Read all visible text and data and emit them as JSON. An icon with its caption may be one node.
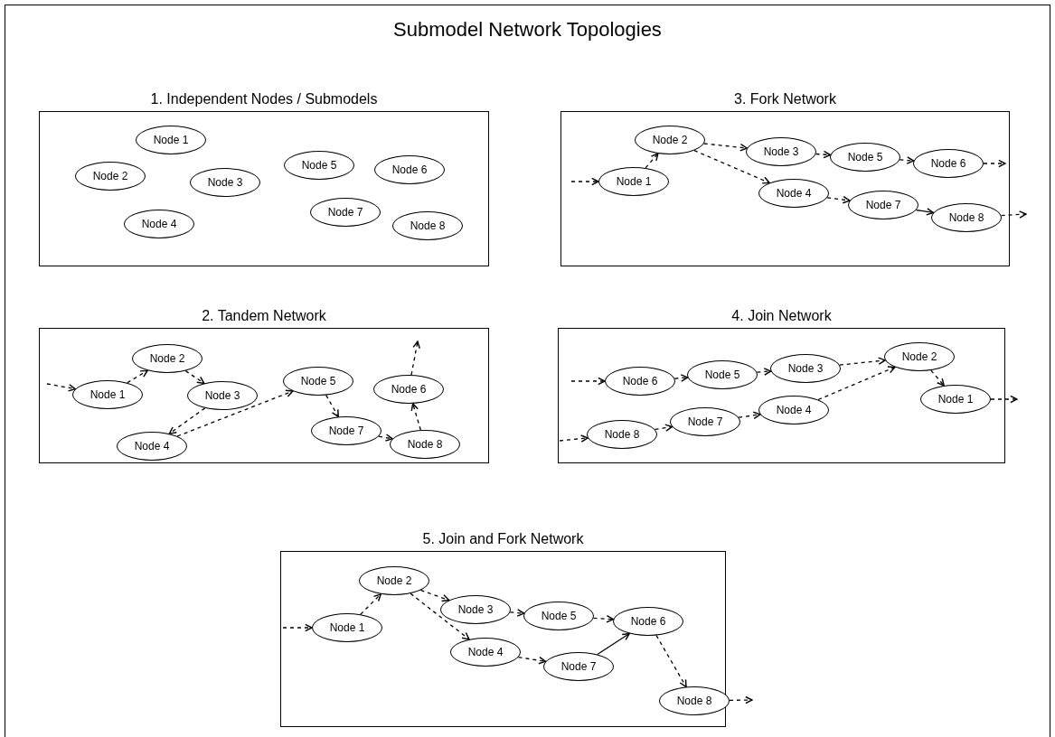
{
  "diagram": {
    "title": "Submodel Network Topologies",
    "nodes": [
      {
        "text": [
          "1. Independent Nodes / Submodels"
        ]
      },
      {
        "text": [
          "Node 1"
        ],
        "in": 0
      },
      {
        "text": [
          "Node 2"
        ],
        "in": 0
      },
      {
        "text": [
          "Node 3"
        ],
        "in": 0
      },
      {
        "text": [
          "Node 4"
        ],
        "in": 0
      },
      {
        "text": [
          "Node 5"
        ],
        "in": 0
      },
      {
        "text": [
          "Node 6"
        ],
        "in": 0
      },
      {
        "text": [
          "Node 7"
        ],
        "in": 0
      },
      {
        "text": [
          "Node 8"
        ],
        "in": 0
      },
      {
        "text": [
          "3. Fork Network"
        ]
      },
      {
        "text": [
          "Node 1"
        ],
        "in": 9
      },
      {
        "text": [
          "Node 2"
        ],
        "in": 9
      },
      {
        "text": [
          "Node 3"
        ],
        "in": 9
      },
      {
        "text": [
          "Node 4"
        ],
        "in": 9
      },
      {
        "text": [
          "Node 5"
        ],
        "in": 9
      },
      {
        "text": [
          "Node 6"
        ],
        "in": 9
      },
      {
        "text": [
          "Node 7"
        ],
        "in": 9
      },
      {
        "text": [
          "Node 8"
        ],
        "in": 9
      },
      {
        "text": [
          "2. Tandem Network"
        ]
      },
      {
        "text": [
          "Node 1"
        ],
        "in": 18
      },
      {
        "text": [
          "Node 2"
        ],
        "in": 18
      },
      {
        "text": [
          "Node 3"
        ],
        "in": 18
      },
      {
        "text": [
          "Node 4"
        ],
        "in": 18
      },
      {
        "text": [
          "Node 5"
        ],
        "in": 18
      },
      {
        "text": [
          "Node 6"
        ],
        "in": 18
      },
      {
        "text": [
          "Node 7"
        ],
        "in": 18
      },
      {
        "text": [
          "Node 8"
        ],
        "in": 18
      },
      {
        "text": [
          "4. Join Network"
        ]
      },
      {
        "text": [
          "Node 1"
        ],
        "in": 27
      },
      {
        "text": [
          "Node 2"
        ],
        "in": 27
      },
      {
        "text": [
          "Node 3"
        ],
        "in": 27
      },
      {
        "text": [
          "Node 4"
        ],
        "in": 27
      },
      {
        "text": [
          "Node 5"
        ],
        "in": 27
      },
      {
        "text": [
          "Node 6"
        ],
        "in": 27
      },
      {
        "text": [
          "Node 7"
        ],
        "in": 27
      },
      {
        "text": [
          "Node 8"
        ],
        "in": 27
      },
      {
        "text": [
          "5. Join and Fork Network"
        ]
      },
      {
        "text": [
          "Node 1"
        ],
        "in": 36
      },
      {
        "text": [
          "Node 2"
        ],
        "in": 36
      },
      {
        "text": [
          "Node 3"
        ],
        "in": 36
      },
      {
        "text": [
          "Node 4"
        ],
        "in": 36
      },
      {
        "text": [
          "Node 5"
        ],
        "in": 36
      },
      {
        "text": [
          "Node 6"
        ],
        "in": 36
      },
      {
        "text": [
          "Node 7"
        ],
        "in": 36
      },
      {
        "text": [
          "Node 8"
        ],
        "in": 36
      }
    ],
    "edges": [
      {
        "from": null,
        "to": 10,
        "arrow": "to",
        "style": "dashed"
      },
      {
        "from": 10,
        "to": 11,
        "arrow": "to",
        "style": "dashed"
      },
      {
        "from": 11,
        "to": 12,
        "arrow": "to",
        "style": "dashed"
      },
      {
        "from": 11,
        "to": 13,
        "arrow": "to",
        "style": "dashed"
      },
      {
        "from": 12,
        "to": 14,
        "arrow": "to",
        "style": "dashed"
      },
      {
        "from": 14,
        "to": 15,
        "arrow": "to",
        "style": "dashed"
      },
      {
        "from": 15,
        "to": null,
        "arrow": "to",
        "style": "dashed"
      },
      {
        "from": 13,
        "to": 16,
        "arrow": "to",
        "style": "dashed"
      },
      {
        "from": 16,
        "to": 17,
        "arrow": "to"
      },
      {
        "from": 17,
        "to": null,
        "arrow": "to",
        "style": "dashed"
      },
      {
        "from": null,
        "to": 19,
        "arrow": "to",
        "style": "dashed"
      },
      {
        "from": 19,
        "to": 20,
        "arrow": "to",
        "style": "dashed"
      },
      {
        "from": 20,
        "to": 21,
        "arrow": "to",
        "style": "dashed"
      },
      {
        "from": 21,
        "to": 22,
        "arrow": "to",
        "style": "dashed"
      },
      {
        "from": 22,
        "to": 23,
        "arrow": "to",
        "style": "dashed"
      },
      {
        "from": 23,
        "to": 25,
        "arrow": "to",
        "style": "dashed"
      },
      {
        "from": 25,
        "to": 26,
        "arrow": "to",
        "style": "dashed"
      },
      {
        "from": 26,
        "to": 24,
        "arrow": "to",
        "style": "dashed"
      },
      {
        "from": 24,
        "to": null,
        "arrow": "to",
        "style": "dashed"
      },
      {
        "from": null,
        "to": 33,
        "arrow": "to",
        "style": "dashed"
      },
      {
        "from": 33,
        "to": 32,
        "arrow": "to",
        "style": "dashed"
      },
      {
        "from": 32,
        "to": 30,
        "arrow": "to",
        "style": "dashed"
      },
      {
        "from": 30,
        "to": 29,
        "arrow": "to",
        "style": "dashed"
      },
      {
        "from": null,
        "to": 35,
        "arrow": "to",
        "style": "dashed"
      },
      {
        "from": 35,
        "to": 34,
        "arrow": "to",
        "style": "dashed"
      },
      {
        "from": 34,
        "to": 31,
        "arrow": "to",
        "style": "dashed"
      },
      {
        "from": 31,
        "to": 29,
        "arrow": "to",
        "style": "dashed"
      },
      {
        "from": 29,
        "to": 28,
        "arrow": "to",
        "style": "dashed"
      },
      {
        "from": 28,
        "to": null,
        "arrow": "to",
        "style": "dashed"
      },
      {
        "from": null,
        "to": 37,
        "arrow": "to",
        "style": "dashed"
      },
      {
        "from": 37,
        "to": 38,
        "arrow": "to",
        "style": "dashed"
      },
      {
        "from": 38,
        "to": 39,
        "arrow": "to",
        "style": "dashed"
      },
      {
        "from": 38,
        "to": 40,
        "arrow": "to",
        "style": "dashed"
      },
      {
        "from": 39,
        "to": 41,
        "arrow": "to",
        "style": "dashed"
      },
      {
        "from": 41,
        "to": 42,
        "arrow": "to",
        "style": "dashed"
      },
      {
        "from": 40,
        "to": 43,
        "arrow": "to",
        "style": "dashed"
      },
      {
        "from": 43,
        "to": 42,
        "arrow": "to"
      },
      {
        "from": 42,
        "to": 44,
        "arrow": "to",
        "style": "dashed"
      },
      {
        "from": 44,
        "to": null,
        "arrow": "to",
        "style": "dashed"
      }
    ]
  }
}
